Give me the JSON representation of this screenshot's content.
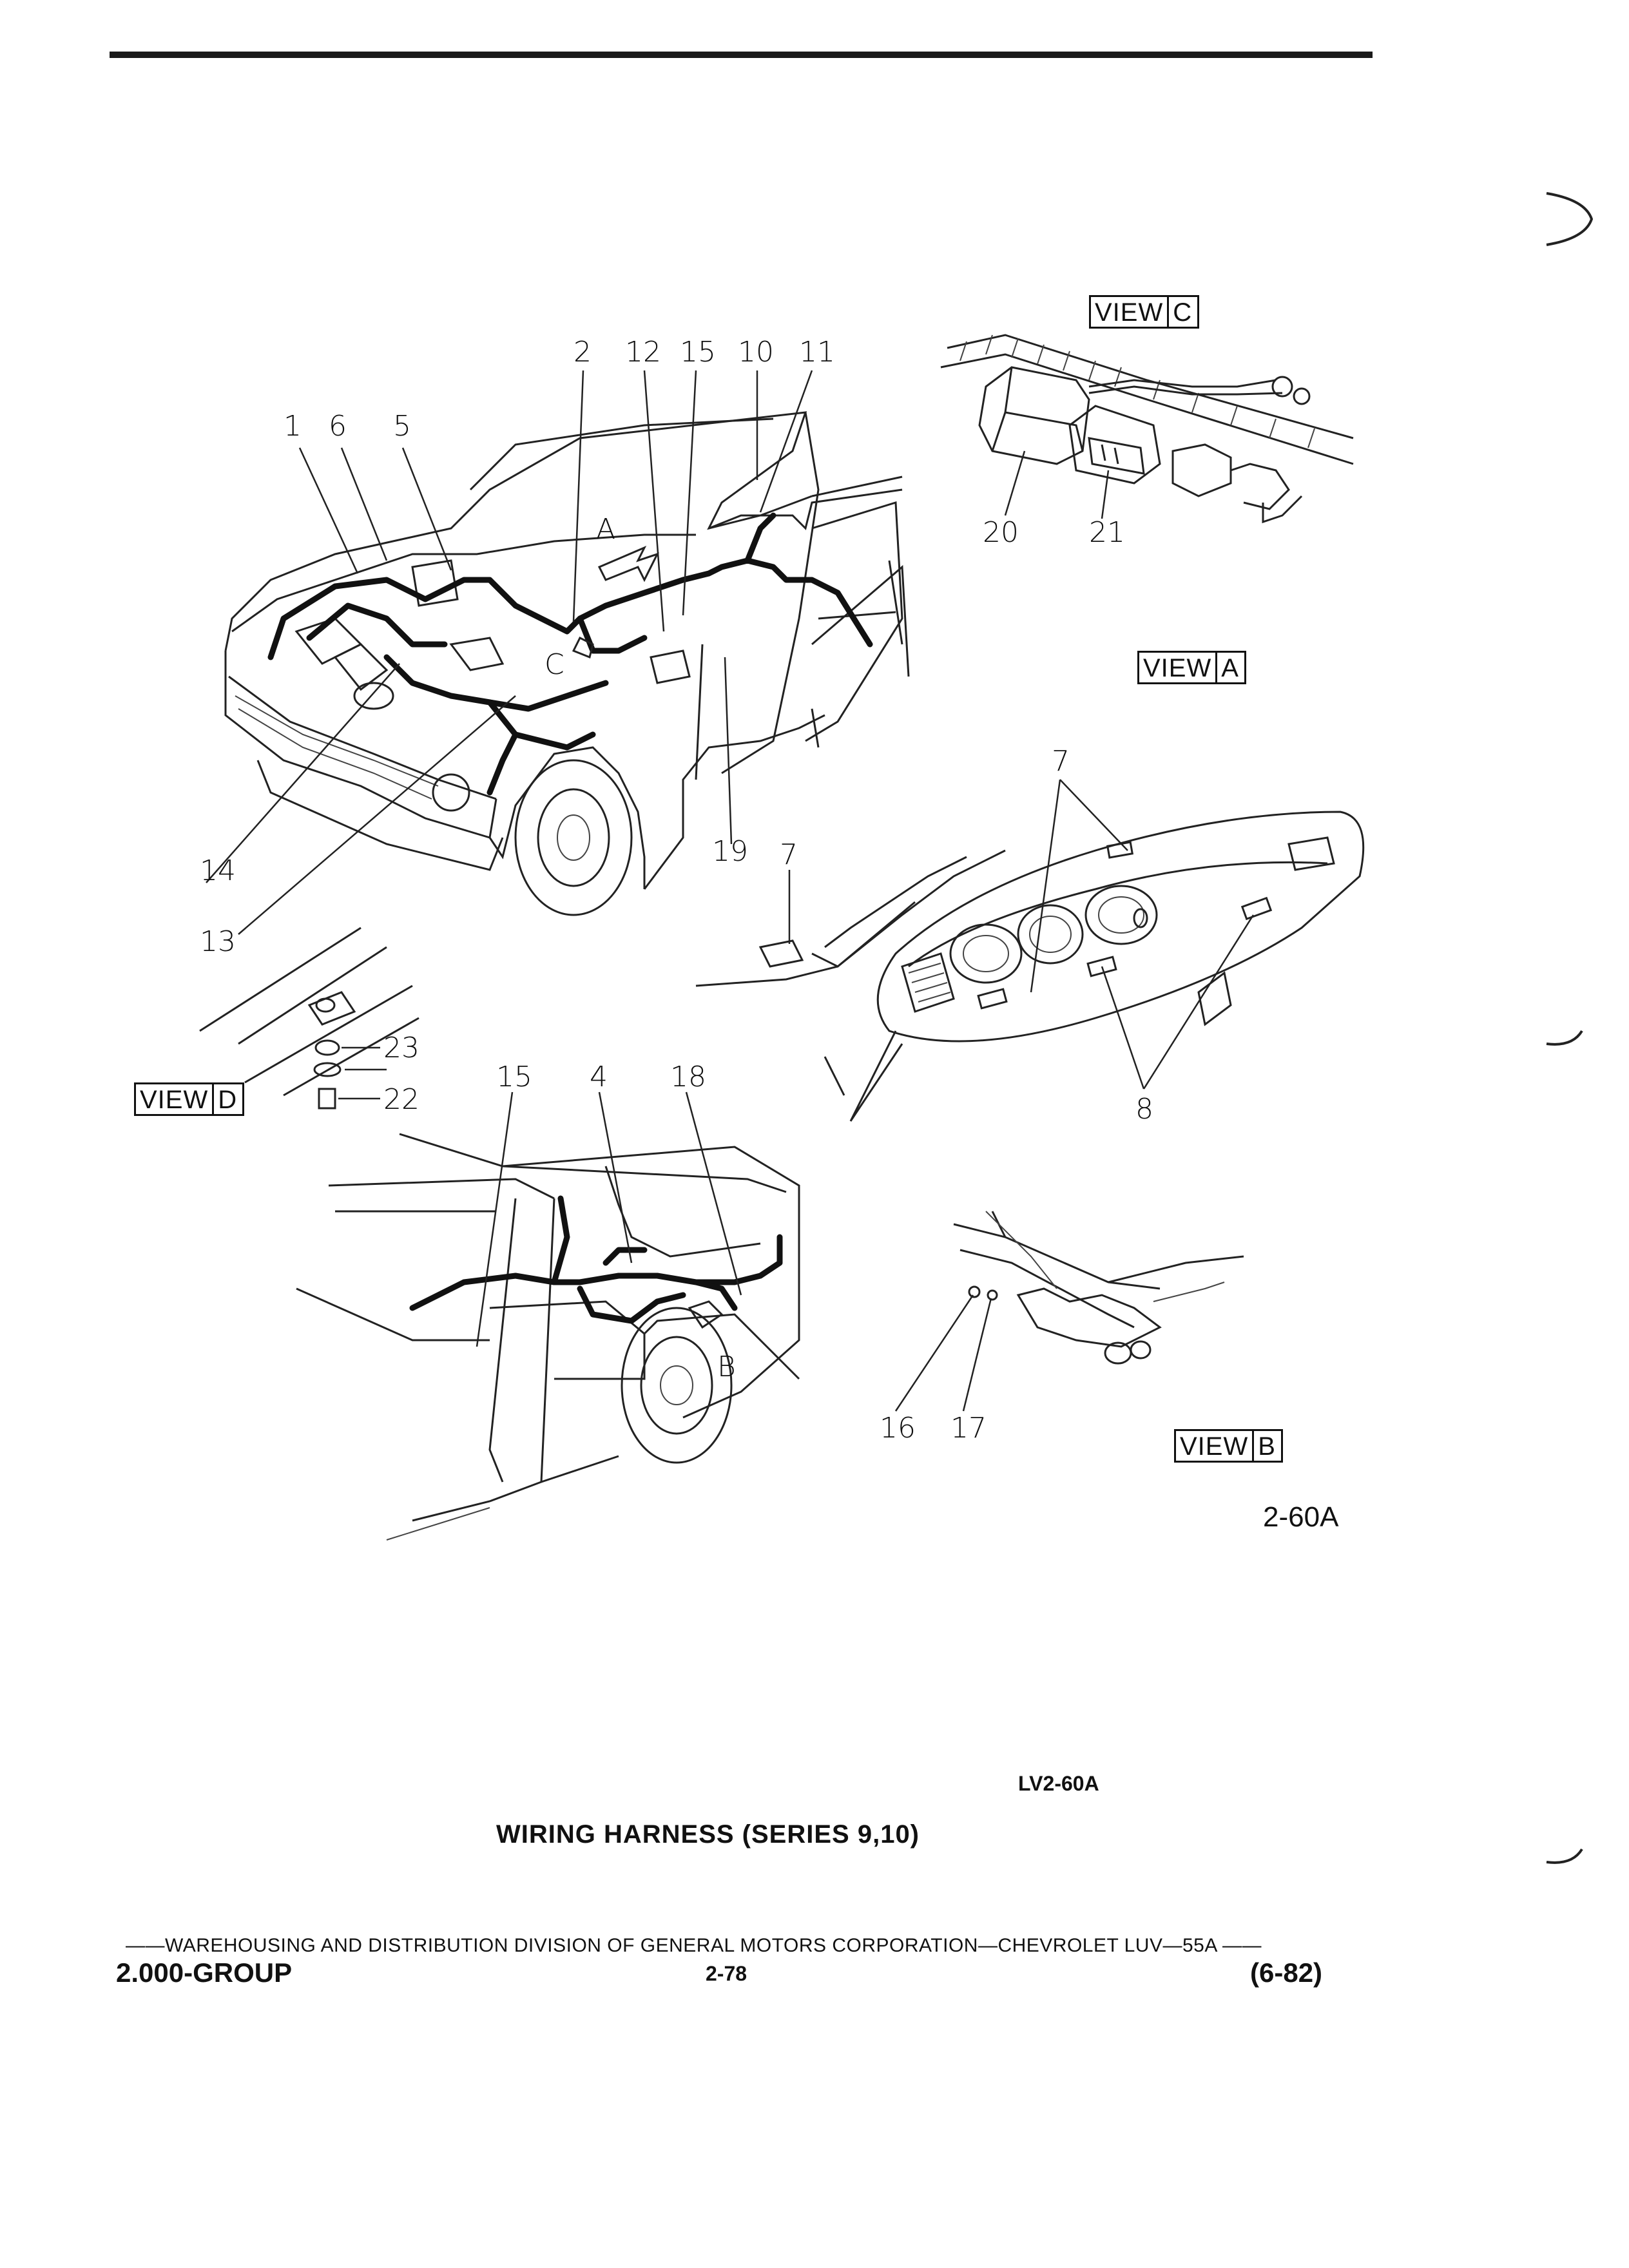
{
  "figure": {
    "number": "2-60A",
    "code": "LV2-60A",
    "caption": "WIRING HARNESS (SERIES 9,10)"
  },
  "views": {
    "a": {
      "word": "VIEW",
      "letter": "A"
    },
    "b": {
      "word": "VIEW",
      "letter": "B"
    },
    "c": {
      "word": "VIEW",
      "letter": "C"
    },
    "d": {
      "word": "VIEW",
      "letter": "D"
    }
  },
  "callouts": {
    "main": [
      "1",
      "6",
      "5",
      "2",
      "12",
      "15",
      "10",
      "11",
      "14",
      "13",
      "19",
      "A",
      "C"
    ],
    "view_c": [
      "20",
      "21"
    ],
    "view_a": [
      "7",
      "7",
      "8"
    ],
    "view_d": [
      "23",
      "22"
    ],
    "rear": [
      "15",
      "4",
      "18",
      "B"
    ],
    "view_b": [
      "16",
      "17"
    ]
  },
  "footer": {
    "line": "——WAREHOUSING AND DISTRIBUTION  DIVISION OF GENERAL MOTORS CORPORATION—CHEVROLET LUV—55A  ——",
    "group": "2.000-GROUP",
    "page": "2-78",
    "date": "(6-82)"
  }
}
